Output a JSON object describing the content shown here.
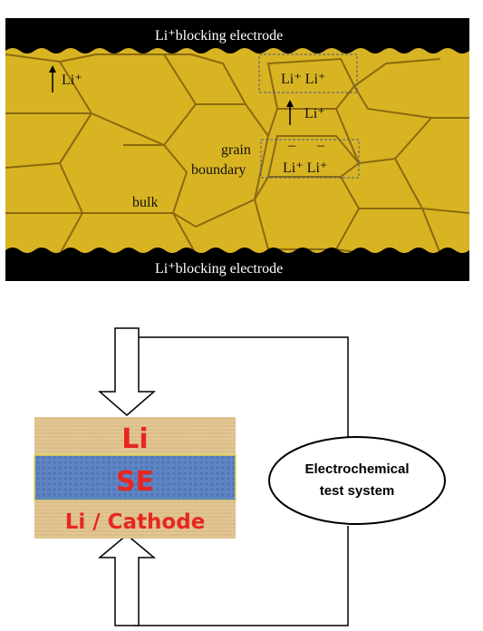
{
  "top_diagram": {
    "top_electrode_label": "Li⁺blocking electrode",
    "bottom_electrode_label": "Li⁺blocking electrode",
    "li_ion_label": "Li⁺",
    "grain_boundary_label_line1": "grain",
    "grain_boundary_label_line2": "boundary",
    "bulk_label": "bulk",
    "top_box_label": "Li⁺ Li⁺",
    "middle_ion_label": "Li⁺",
    "bottom_box_label": "Li⁺ Li⁺",
    "minus_sign": "–",
    "colors": {
      "grain_fill": "#d9b422",
      "grain_edge": "#8a6a10",
      "electrode": "#000000",
      "box_stroke": "#4a5a8a"
    }
  },
  "bottom_diagram": {
    "layer_top_label": "Li",
    "layer_middle_label": "SE",
    "layer_bottom_label": "Li / Cathode",
    "test_system_line1": "Electrochemical",
    "test_system_line2": "test system",
    "colors": {
      "wood": "#e3c896",
      "se_layer": "#5f86c6",
      "text_red": "#e8261f",
      "border_yellow": "#e8d84a"
    }
  }
}
